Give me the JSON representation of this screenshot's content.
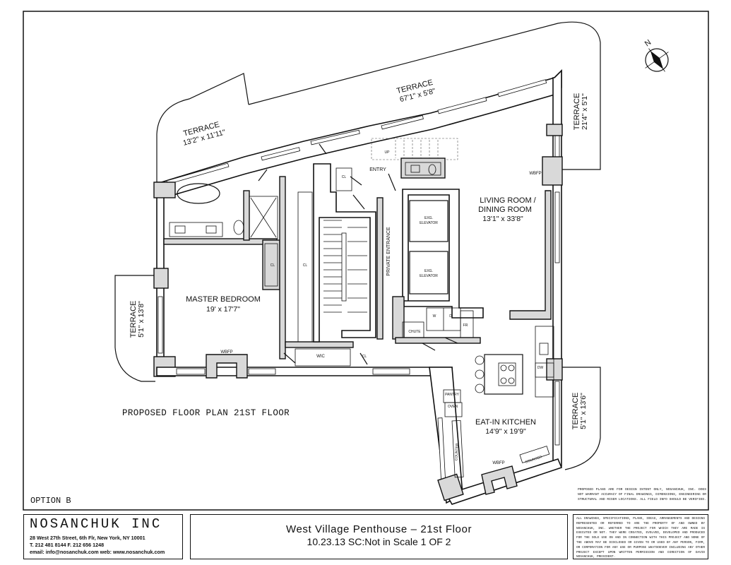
{
  "rooms": {
    "terrace_nw": {
      "name": "TERRACE",
      "dims": "13'2\" x 11'11\""
    },
    "terrace_n": {
      "name": "TERRACE",
      "dims": "67'1\" x 5'8\""
    },
    "terrace_ne": {
      "name": "TERRACE",
      "dims": "21'4\" x 5'1\""
    },
    "terrace_w": {
      "name": "TERRACE",
      "dims": "5'1\" x 13'8\""
    },
    "terrace_se": {
      "name": "TERRACE",
      "dims": "5'1\" x 13'6\""
    },
    "living": {
      "name": "LIVING ROOM /",
      "name2": "DINING ROOM",
      "dims": "13'1\" x 33'8\""
    },
    "master": {
      "name": "MASTER BEDROOM",
      "dims": "19' x 17'7\""
    },
    "kitchen": {
      "name": "EAT-IN KITCHEN",
      "dims": "14'9\" x 19'9\""
    }
  },
  "labels": {
    "entry": "ENTRY",
    "private_entrance": "PRIVATE ENTRANCE",
    "elevator_1": "EXG.",
    "elevator_1b": "ELEVATOR",
    "elevator_2": "EXG.",
    "elevator_2b": "ELEVATOR",
    "wbfp_living": "WBFP",
    "wbfp_bed": "WBFP",
    "wbfp_kitchen": "WBFP",
    "wic": "WIC",
    "cl_1": "CL",
    "cl_2": "CL",
    "cl_3": "CL",
    "cl_4": "CL",
    "chute": "CHUTE",
    "washer": "W",
    "dryer": "D",
    "fr": "FR",
    "dw": "DW",
    "pantry": "PANTRY",
    "oven": "OVEN",
    "counter_1": "COUNTER",
    "counter_2": "COUNTER",
    "up": "UP"
  },
  "compass": {
    "letter": "N"
  },
  "plan_caption": "PROPOSED FLOOR PLAN 21ST FLOOR",
  "option_label": "OPTION B",
  "disclaimer": "PROPOSED PLANS ARE FOR DESIGN INTENT ONLY, NOSANCHUK, INC. DOES NOT WARRANT ACCURACY OF FINAL DRAWINGS, DIMENSIONS, ENGINEERING OR STRUCTURAL AND RISER LOCATIONS. ALL FIELD INFO SHOULD BE VERIFIED.",
  "title_block": {
    "company": "NOSANCHUK INC",
    "address": "28 West 27th Street, 6th Flr, New York, NY 10001",
    "phone": "T. 212 481 8144    F. 212 656 1248",
    "web": "email: info@nosanchuk.com  web: www.nosanchuk.com",
    "project_title": "West Village Penthouse – 21st Floor",
    "project_meta": "10.23.13    SC:Not in Scale     1 OF 2",
    "legal": "ALL DRAWINGS, SPECIFICATIONS, PLANS, IDEAS, ARRANGEMENTS AND DESIGNS REPRESENTED OR REFERRED TO ARE THE PROPERTY OF AND OWNED BY NOSANCHUK, INC. WHETHER THE PROJECT FOR WHICH THEY ARE MADE IS EXECUTED OR NOT. THEY WERE CREATED, EVOLVED, DEVELOPED AND PRODUCED FOR THE SOLE USE ON AND IN CONNECTION WITH THIS PROJECT AND NONE OF THE ABOVE MAY BE DISCLOSED OR GIVEN TO OR USED BY ANY PERSON, FIRM, OR CORPORATION FOR ANY USE OR PURPOSE WHATSOEVER INCLUDING ANY OTHER PROJECT EXCEPT UPON WRITTEN PERMISSION AND DIRECTION OF DAVID NOSANCHUK, PRESIDENT."
  }
}
